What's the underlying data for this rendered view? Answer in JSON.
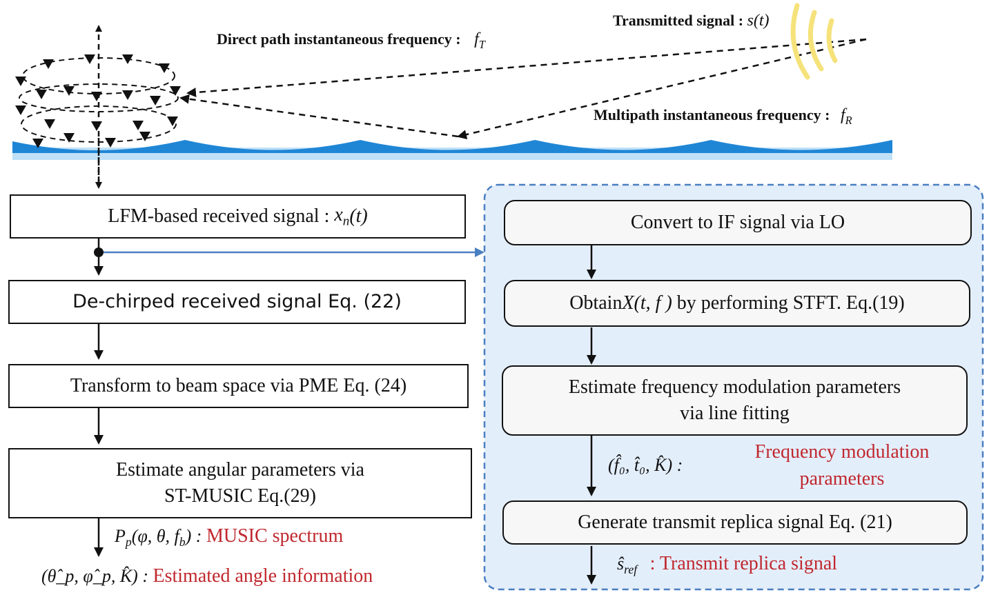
{
  "top": {
    "direct_label": "Direct path instantaneous frequency :",
    "direct_symbol": "f",
    "direct_sub": "T",
    "tx_label": "Transmitted signal :",
    "tx_symbol": "s(t)",
    "multi_label": "Multipath instantaneous frequency :",
    "multi_symbol": "f",
    "multi_sub": "R"
  },
  "left": {
    "box1_text": "LFM-based received signal :",
    "box1_math": "x",
    "box1_sub": "n",
    "box1_tail": "(t)",
    "box2": "De-chirped received signal Eq. (22)",
    "box3": "Transform to beam space via PME Eq. (24)",
    "box4_line1": "Estimate angular parameters via",
    "box4_line2": "ST-MUSIC Eq.(29)",
    "spectrum_math": "P",
    "spectrum_sub": "p",
    "spectrum_args": "(φ, θ, f",
    "spectrum_args_sub": "b",
    "spectrum_args_close": ") :",
    "spectrum_label": "MUSIC spectrum",
    "angle_math": "(θ̂_p, φ̂_p, K̂) :",
    "angle_label": "Estimated angle information"
  },
  "right": {
    "box1": "Convert to IF signal via LO",
    "box2_pre": "Obtain",
    "box2_math": "X(t, f )",
    "box2_post": "by performing STFT. Eq.(19)",
    "box3_line1": "Estimate frequency modulation parameters",
    "box3_line2": "via line fitting",
    "fm_math": "(f̂₀, t̂₀, K̂) :",
    "fm_label_line1": "Frequency modulation",
    "fm_label_line2": "parameters",
    "box4": "Generate transmit replica signal Eq. (21)",
    "replica_math": "ŝ",
    "replica_sub": "ref",
    "replica_label": ": Transmit replica signal"
  },
  "colors": {
    "water": "#1f86d6",
    "water_light": "#bfe0f7",
    "panel_fill": "#e3eefb",
    "panel_border": "#4a7fc1",
    "connector": "#4a7fc1",
    "signal_waves": "#f5e27a",
    "red_text": "#c0272d"
  }
}
